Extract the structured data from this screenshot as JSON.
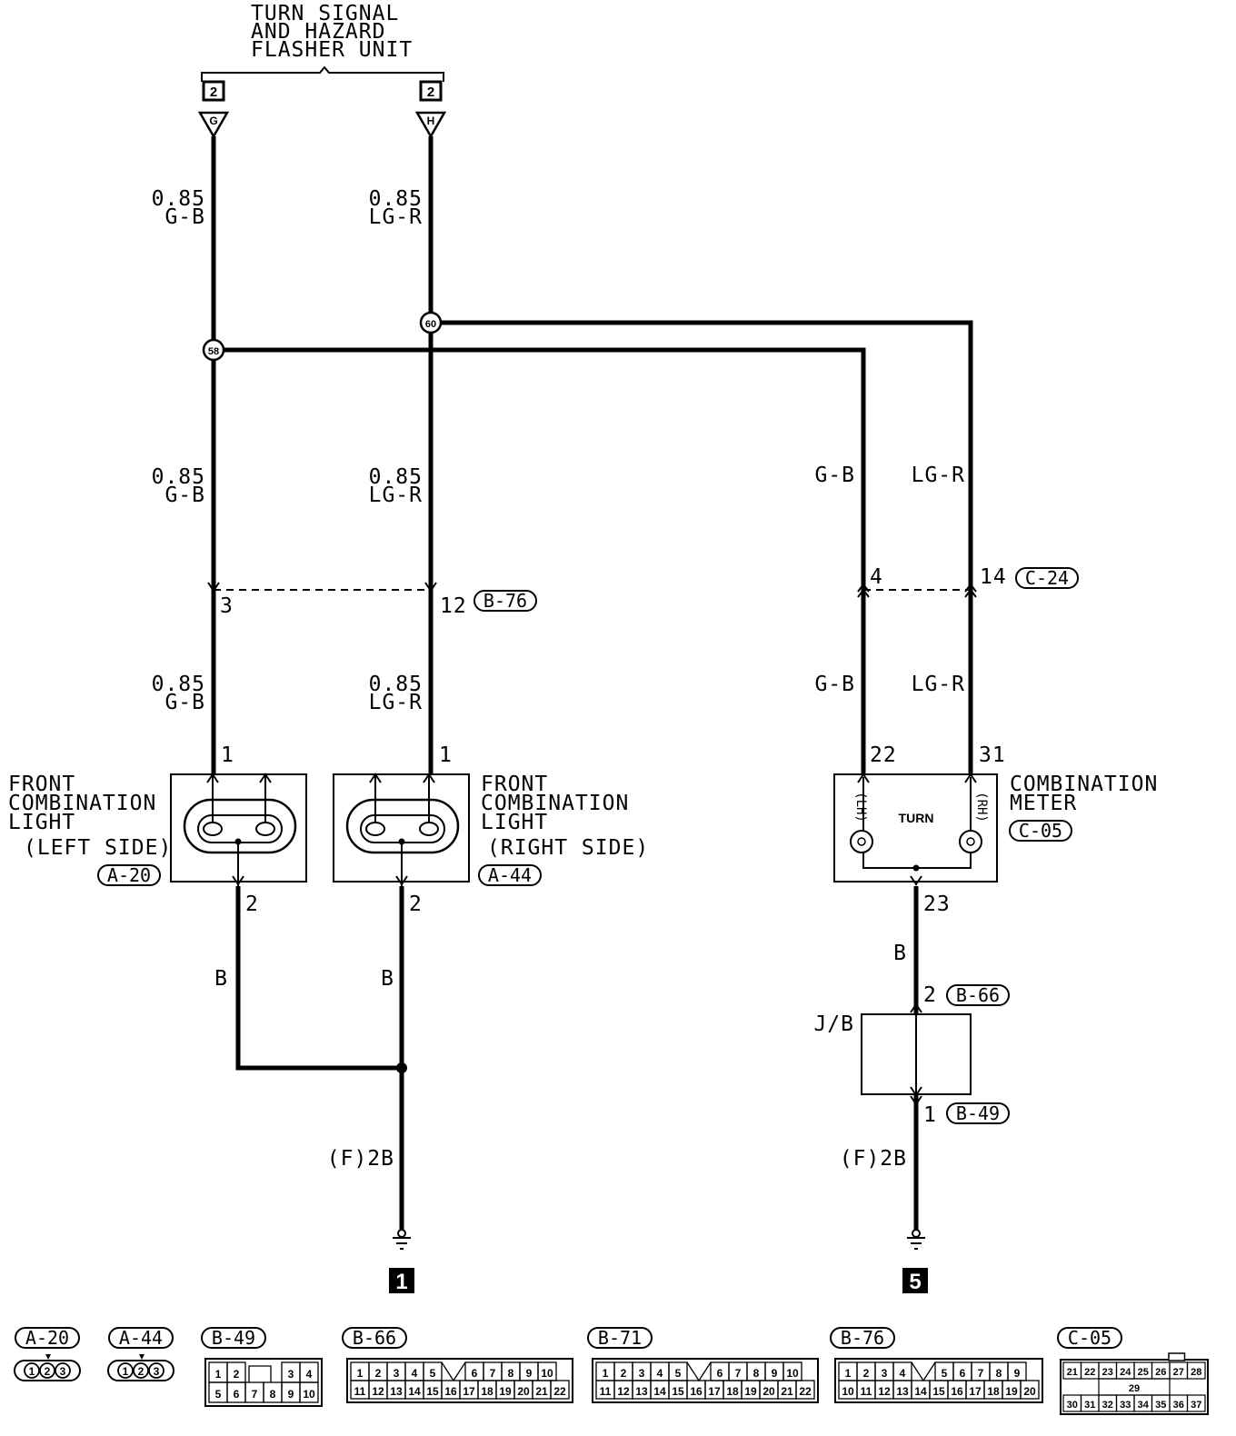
{
  "flasher": {
    "title_lines": [
      "TURN SIGNAL",
      "AND HAZARD",
      "FLASHER UNIT"
    ],
    "connector_num_left": "2",
    "connector_num_right": "2",
    "terminal_left": "G",
    "terminal_right": "H"
  },
  "wires": {
    "left_top_size": "0.85",
    "left_top_color": "G-B",
    "right_top_size": "0.85",
    "right_top_color": "LG-R",
    "left_mid_size": "0.85",
    "left_mid_color": "G-B",
    "right_mid_size": "0.85",
    "right_mid_color": "LG-R",
    "left_low_size": "0.85",
    "left_low_color": "G-B",
    "right_low_size": "0.85",
    "right_low_color": "LG-R",
    "meter_gb_upper": "G-B",
    "meter_lgr_upper": "LG-R",
    "meter_gb_lower": "G-B",
    "meter_lgr_lower": "LG-R",
    "ground_left_a": "B",
    "ground_left_b": "B",
    "ground_right": "B",
    "ground_left_spec": "(F)2B",
    "ground_right_spec": "(F)2B"
  },
  "splices": {
    "left": "58",
    "right": "60"
  },
  "pins": {
    "b76_left": "3",
    "b76_right": "12",
    "c24_left": "4",
    "c24_right": "14",
    "left_light_top": "1",
    "left_light_bottom": "2",
    "right_light_top": "1",
    "right_light_bottom": "2",
    "meter_lh": "22",
    "meter_rh": "31",
    "meter_bottom": "23",
    "jb_top": "2",
    "jb_bottom": "1"
  },
  "connectors": {
    "b76": "B-76",
    "c24": "C-24",
    "a20": "A-20",
    "a44": "A-44",
    "c05": "C-05",
    "b66": "B-66",
    "b49": "B-49"
  },
  "components": {
    "left_light_lines": [
      "FRONT",
      "COMBINATION",
      "LIGHT",
      "(LEFT SIDE)"
    ],
    "right_light_lines": [
      "FRONT",
      "COMBINATION",
      "LIGHT",
      "(RIGHT SIDE)"
    ],
    "meter_lines": [
      "COMBINATION",
      "METER"
    ],
    "meter_inner": "TURN",
    "meter_lh": "(LH)",
    "meter_rh": "(RH)",
    "jb": "J/B"
  },
  "grounds": {
    "left": "1",
    "right": "5"
  },
  "legend": {
    "a20": "A-20",
    "a44": "A-44",
    "b49": "B-49",
    "b66": "B-66",
    "b71": "B-71",
    "b76": "B-76",
    "c05": "C-05",
    "a20_pins": [
      "1",
      "2",
      "3"
    ],
    "a44_pins": [
      "1",
      "2",
      "3"
    ],
    "b49_top": [
      "1",
      "2",
      "",
      "3",
      "4"
    ],
    "b49_bottom": [
      "5",
      "6",
      "7",
      "8",
      "9",
      "10"
    ],
    "b66_top": [
      "1",
      "2",
      "3",
      "4",
      "5",
      "6",
      "7",
      "8",
      "9",
      "10"
    ],
    "b66_bottom": [
      "11",
      "12",
      "13",
      "14",
      "15",
      "16",
      "17",
      "18",
      "19",
      "20",
      "21",
      "22"
    ],
    "b71_top": [
      "1",
      "2",
      "3",
      "4",
      "5",
      "6",
      "7",
      "8",
      "9",
      "10"
    ],
    "b71_bottom": [
      "11",
      "12",
      "13",
      "14",
      "15",
      "16",
      "17",
      "18",
      "19",
      "20",
      "21",
      "22"
    ],
    "b76_top": [
      "1",
      "2",
      "3",
      "4",
      "5",
      "6",
      "7",
      "8",
      "9"
    ],
    "b76_bottom": [
      "10",
      "11",
      "12",
      "13",
      "14",
      "15",
      "16",
      "17",
      "18",
      "19",
      "20"
    ],
    "c05_top": [
      "21",
      "22",
      "23",
      "24",
      "25",
      "26",
      "27",
      "28"
    ],
    "c05_mid": "29",
    "c05_bottom": [
      "30",
      "31",
      "32",
      "33",
      "34",
      "35",
      "36",
      "37"
    ]
  }
}
